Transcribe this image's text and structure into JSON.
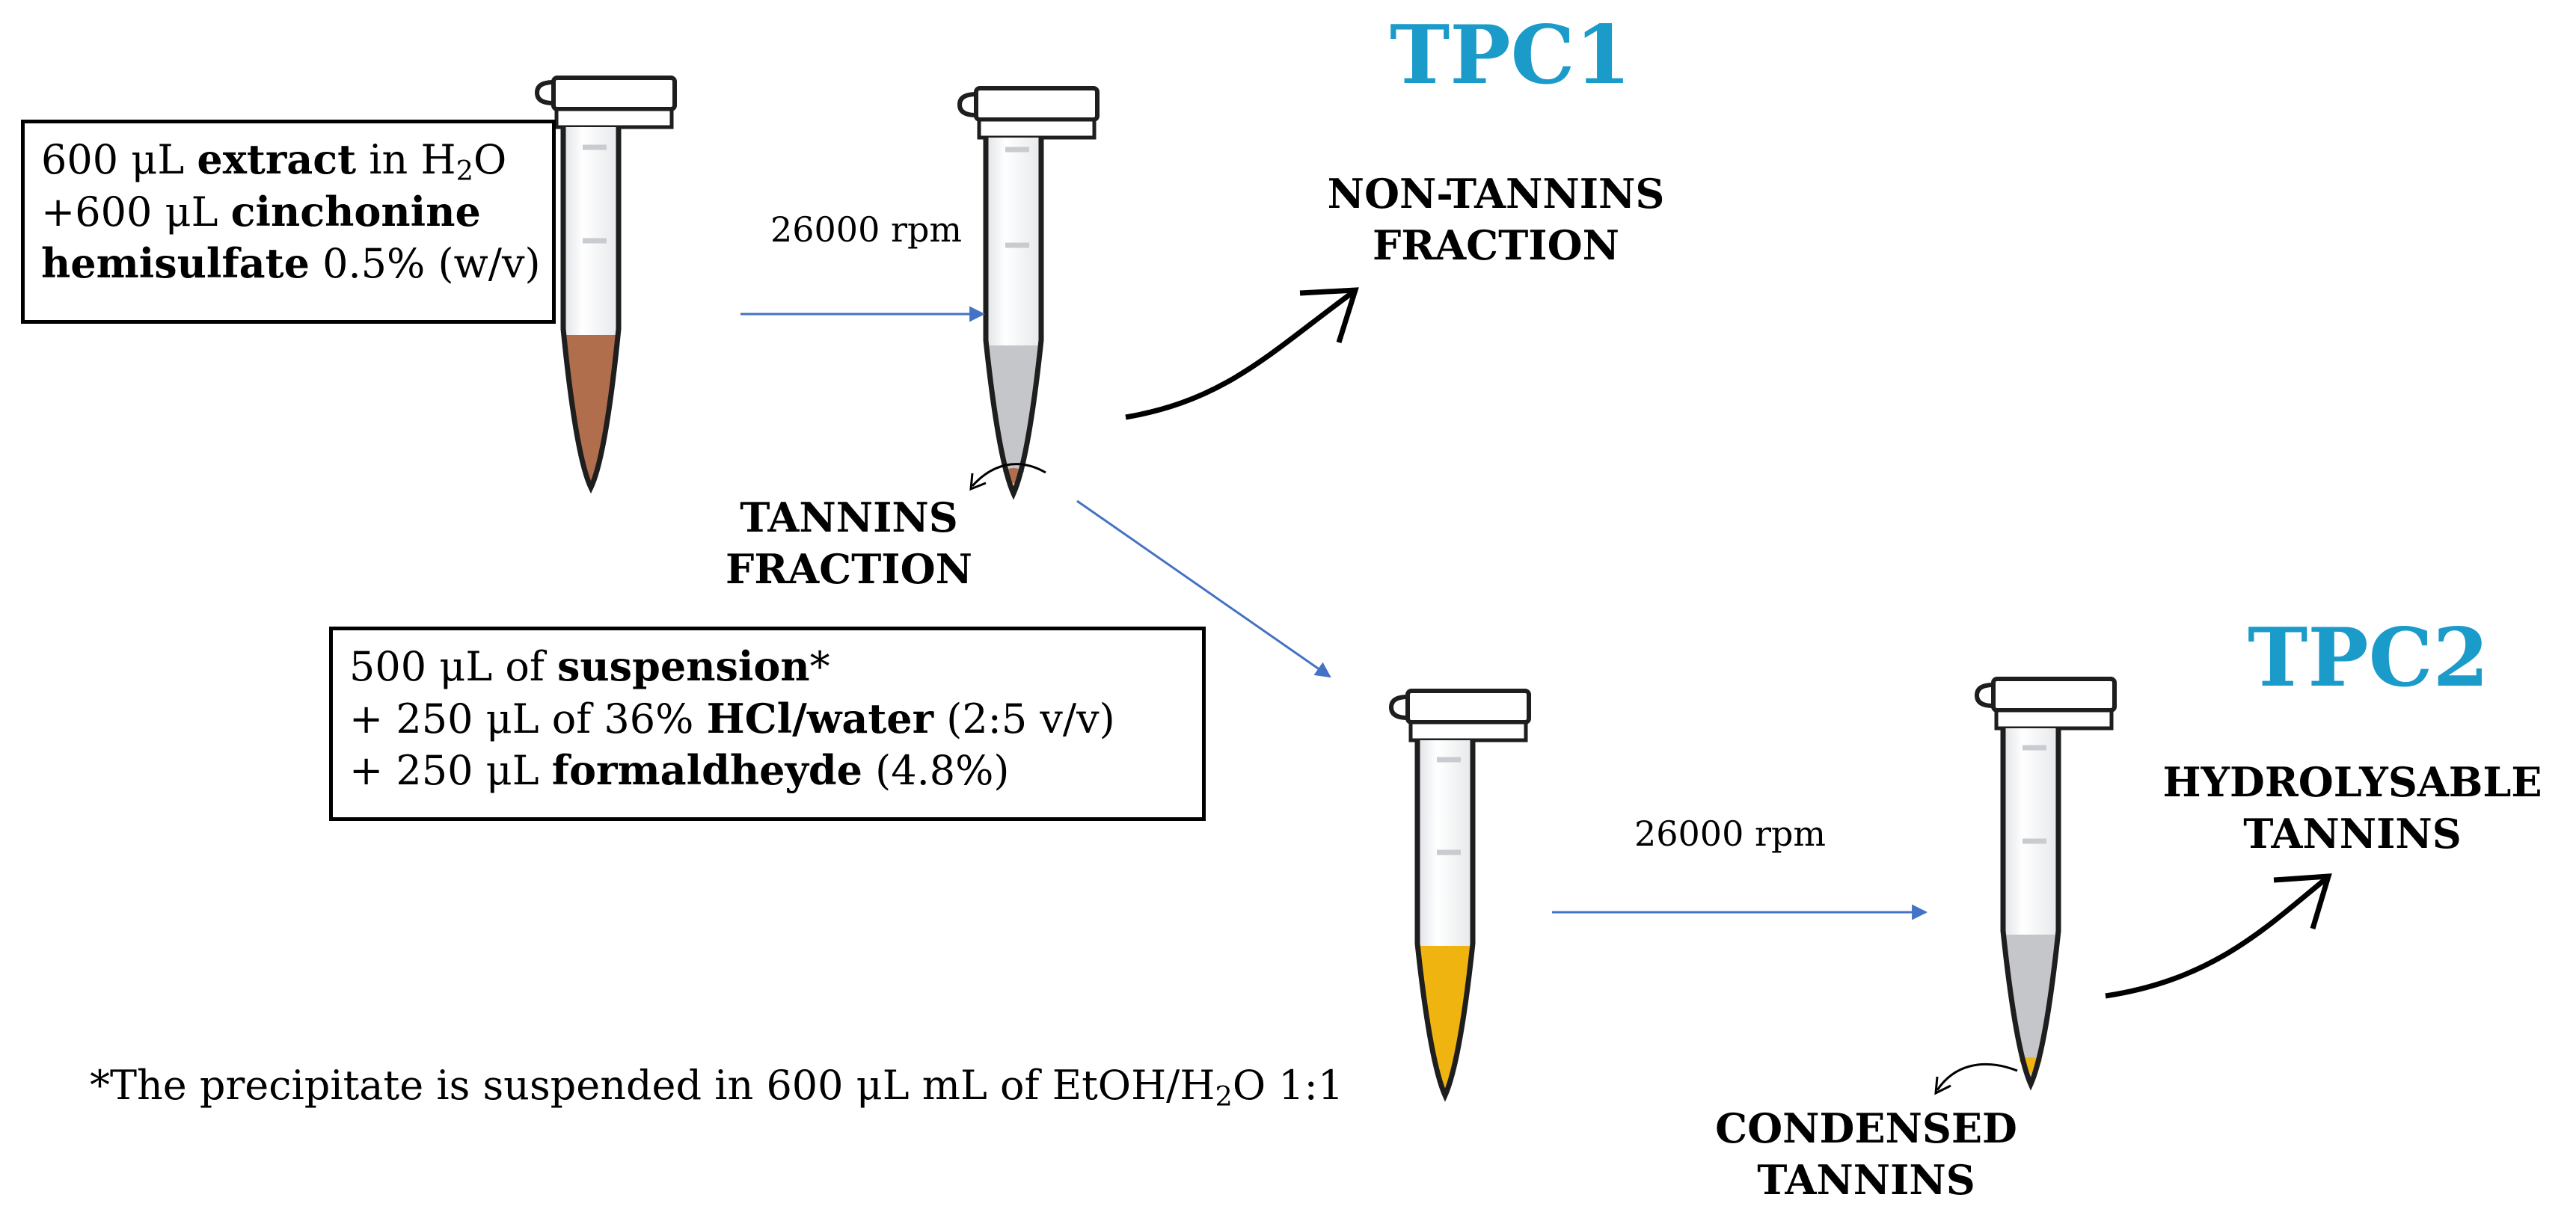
{
  "colors": {
    "tpc_blue": "#1a9bc9",
    "arrow_blue": "#4472c4",
    "extract_brown": "#b06e4c",
    "supernatant_grey": "#c4c6c9",
    "yellow_liquid": "#f0b411",
    "tube_outline": "#1e1e1e"
  },
  "tpc1": {
    "label": "TPC1"
  },
  "tpc2": {
    "label": "TPC2"
  },
  "box1": {
    "l1_pre": "600 μL ",
    "l1_bold": "extract",
    "l1_post": " in H",
    "l1_sub": "2",
    "l1_end": "O",
    "l2_pre": "+600 μL ",
    "l2_bold": "cinchonine",
    "l3_bold": "hemisulfate",
    "l3_post": " 0.5% (w/v)"
  },
  "box2": {
    "l1_pre": "500 μL of ",
    "l1_bold": "suspension",
    "l1_post": "*",
    "l2_pre": "+ 250 μL of 36% ",
    "l2_bold": "HCl/water",
    "l2_post": " (2:5 v/v)",
    "l3_pre": "+ 250 μL ",
    "l3_bold": "formaldheyde",
    "l3_post": "  (4.8%)"
  },
  "rpm1": "26000 rpm",
  "rpm2": "26000 rpm",
  "non_tannins": {
    "line1": "NON-TANNINS",
    "line2": "FRACTION"
  },
  "tannins_fraction": {
    "line1": "TANNINS",
    "line2": "FRACTION"
  },
  "hydrolysable": {
    "line1": "HYDROLYSABLE",
    "line2": "TANNINS"
  },
  "condensed": {
    "line1": "CONDENSED",
    "line2": "TANNINS"
  },
  "footnote": {
    "pre": "*The precipitate is suspended in 600  μL mL of EtOH/H",
    "sub": "2",
    "post": "O 1:1"
  }
}
